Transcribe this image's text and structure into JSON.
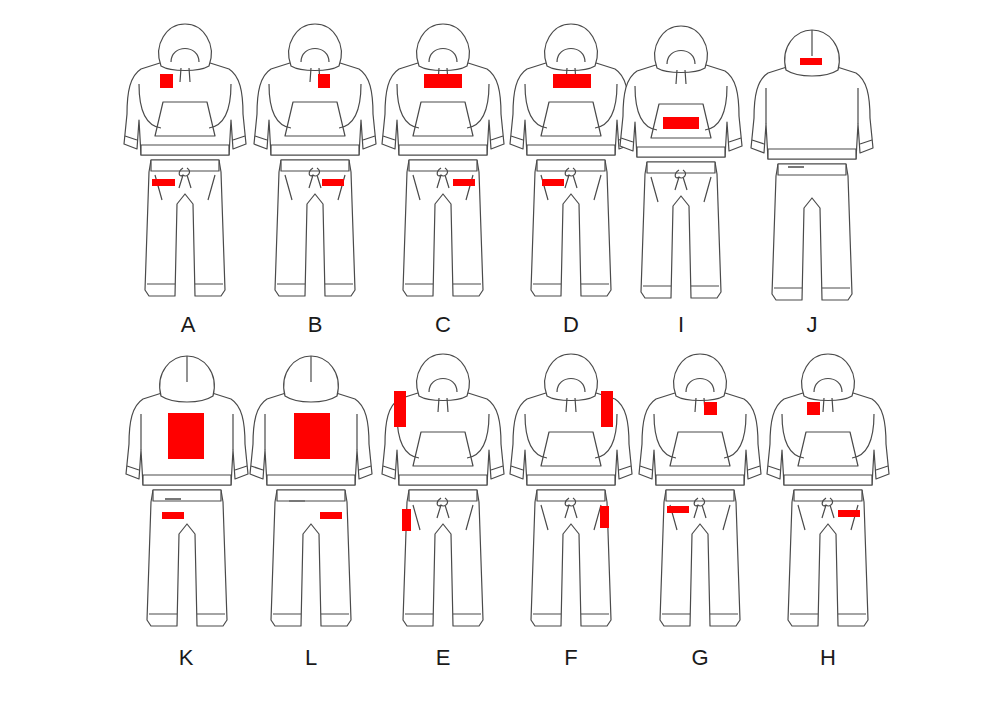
{
  "diagram": {
    "labels": [
      "A",
      "B",
      "C",
      "D",
      "I",
      "J",
      "K",
      "L",
      "E",
      "F",
      "G",
      "H"
    ]
  }
}
